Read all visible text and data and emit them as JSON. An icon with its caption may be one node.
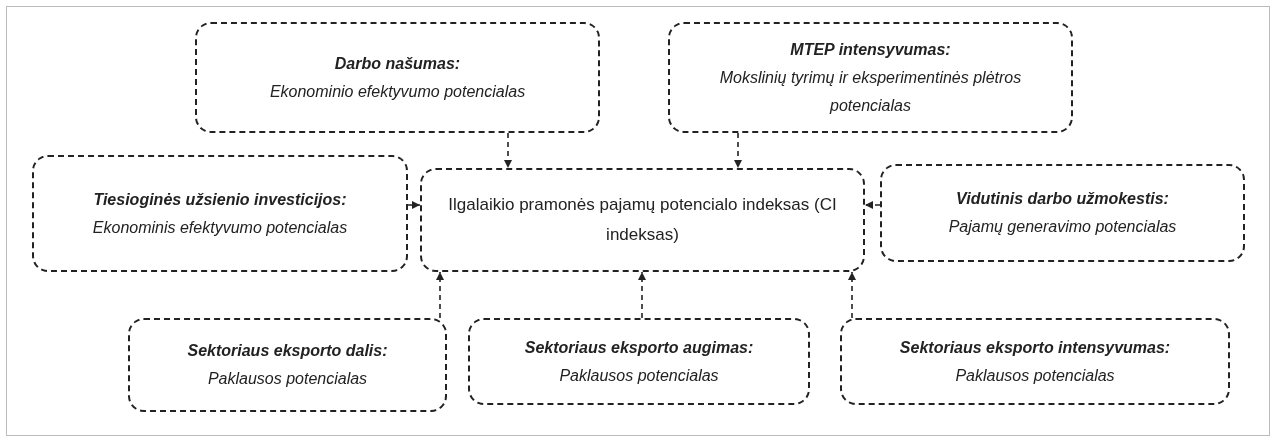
{
  "diagram": {
    "nodes": [
      {
        "text": [
          "Ilgalaikio pramonės pajamų potencialo indeksas (CI indeksas)"
        ]
      },
      {
        "text": [
          "Darbo našumas:",
          "Ekonominio efektyvumo potencialas"
        ]
      },
      {
        "text": [
          "MTEP intensyvumas:",
          "Mokslinių tyrimų ir eksperimentinės plėtros potencialas"
        ]
      },
      {
        "text": [
          "Tiesioginės užsienio investicijos:",
          "Ekonominis efektyvumo potencialas"
        ]
      },
      {
        "text": [
          "Vidutinis darbo užmokestis:",
          "Pajamų generavimo potencialas"
        ]
      },
      {
        "text": [
          "Sektoriaus eksporto dalis:",
          "Paklausos potencialas"
        ]
      },
      {
        "text": [
          "Sektoriaus eksporto augimas:",
          "Paklausos potencialas"
        ]
      },
      {
        "text": [
          "Sektoriaus eksporto intensyvumas:",
          "Paklausos potencialas"
        ]
      }
    ],
    "edges": [
      {
        "from": 1,
        "to": 0,
        "arrow": "to",
        "style": "dashed"
      },
      {
        "from": 2,
        "to": 0,
        "arrow": "to",
        "style": "dashed"
      },
      {
        "from": 3,
        "to": 0,
        "arrow": "to",
        "style": "dashed"
      },
      {
        "from": 4,
        "to": 0,
        "arrow": "to",
        "style": "dashed"
      },
      {
        "from": 5,
        "to": 0,
        "arrow": "to",
        "style": "dashed"
      },
      {
        "from": 6,
        "to": 0,
        "arrow": "to",
        "style": "dashed"
      },
      {
        "from": 7,
        "to": 0,
        "arrow": "to",
        "style": "dashed"
      }
    ]
  }
}
